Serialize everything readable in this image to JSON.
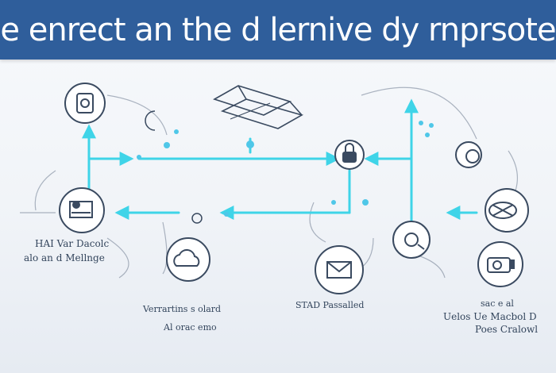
{
  "header": {
    "title": "e enrect an the d lernive dy rnprsote"
  },
  "labels": {
    "left_top": "HAI Var Dacolc",
    "left_bottom": "alo an d Mellnge",
    "center_left_top": "Verrartins s olard",
    "center_left_bottom": "Al orac emo",
    "center": "STAD Passalled",
    "right_1": "sac e al",
    "right_2": "Uelos Ue Macbol D",
    "right_3": "Poes Cralowl"
  },
  "icons": [
    "document-icon",
    "person-icon",
    "laptop-icon",
    "lock-icon",
    "pen-icon",
    "warehouse-icon",
    "cloud-icon",
    "email-icon",
    "globe-icon",
    "camera-icon"
  ],
  "colors": {
    "banner": "#2f5e9b",
    "arrow": "#3fd4e8",
    "stroke": "#3a4a60",
    "sketch": "#8a95a6"
  }
}
